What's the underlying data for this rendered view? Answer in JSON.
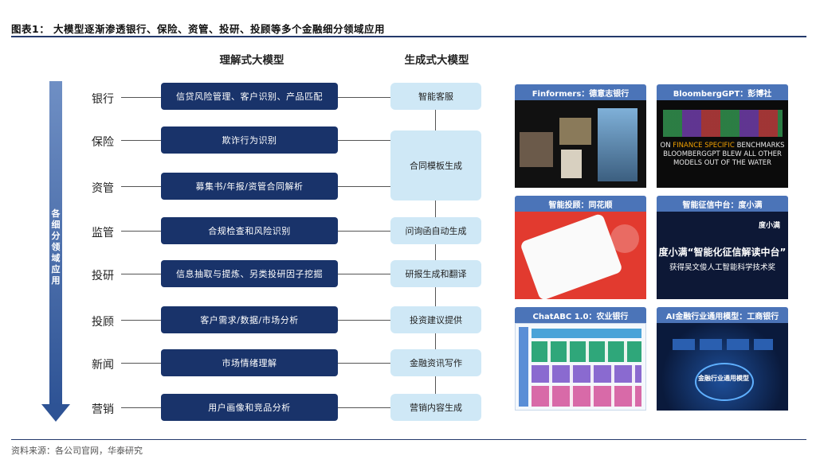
{
  "title": "图表1：  大模型逐渐渗透银行、保险、资管、投研、投顾等多个金融细分领域应用",
  "source": "资料来源：各公司官网，华泰研究",
  "columns": {
    "left": "理解式大模型",
    "right": "生成式大模型"
  },
  "arrow_label": "各细分领域应用",
  "rows": [
    {
      "label": "银行",
      "understanding": "信贷风险管理、客户识别、产品匹配",
      "generation": "智能客服"
    },
    {
      "label": "保险",
      "understanding": "欺诈行为识别",
      "generation": "合同模板生成"
    },
    {
      "label": "资管",
      "understanding": "募集书/年报/资管合同解析",
      "generation": ""
    },
    {
      "label": "监管",
      "understanding": "合规检查和风险识别",
      "generation": "问询函自动生成"
    },
    {
      "label": "投研",
      "understanding": "信息抽取与提炼、另类投研因子挖掘",
      "generation": "研报生成和翻译"
    },
    {
      "label": "投顾",
      "understanding": "客户需求/数据/市场分析",
      "generation": "投资建议提供"
    },
    {
      "label": "新闻",
      "understanding": "市场情绪理解",
      "generation": "金融资讯写作"
    },
    {
      "label": "营销",
      "understanding": "用户画像和竞品分析",
      "generation": "营销内容生成"
    }
  ],
  "panels": [
    {
      "caption": "Finformers：德意志银行"
    },
    {
      "caption": "BloombergGPT：彭博社",
      "text_a": "ON ",
      "text_hl": "FINANCE SPECIFIC",
      "text_b": " BENCHMARKS BLOOMBERGGPT BLEW ALL OTHER MODELS OUT OF THE WATER"
    },
    {
      "caption": "智能投顾：同花顺"
    },
    {
      "caption": "智能征信中台：度小满",
      "logo": "度小满",
      "headline": "度小满“智能化征信解读中台”",
      "sub": "获得吴文俊人工智能科学技术奖"
    },
    {
      "caption": "ChatABC 1.0：农业银行"
    },
    {
      "caption": "AI金融行业通用模型：工商银行",
      "center_label": "金融行业通用模型"
    }
  ],
  "colors": {
    "dark": "#19336a",
    "light": "#cfe8f6",
    "accent": "#4b74b8"
  }
}
